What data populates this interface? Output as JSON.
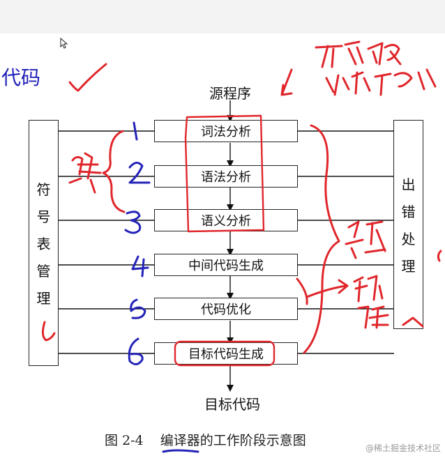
{
  "annotation_word": "代码",
  "source_label": "源程序",
  "target_label": "目标代码",
  "stages": [
    {
      "label": "词法分析"
    },
    {
      "label": "语法分析"
    },
    {
      "label": "语义分析"
    },
    {
      "label": "中间代码生成"
    },
    {
      "label": "代码优化"
    },
    {
      "label": "目标代码生成"
    }
  ],
  "left_box_chars": [
    "符",
    "号",
    "表",
    "管",
    "理"
  ],
  "right_box_chars": [
    "出",
    "错",
    "处",
    "理"
  ],
  "caption": "图 2-4    编译器的工作阶段示意图",
  "watermark": "@稀土掘金技术社区",
  "ink_colors": {
    "red": "#e0262b",
    "blue": "#2323b8"
  }
}
